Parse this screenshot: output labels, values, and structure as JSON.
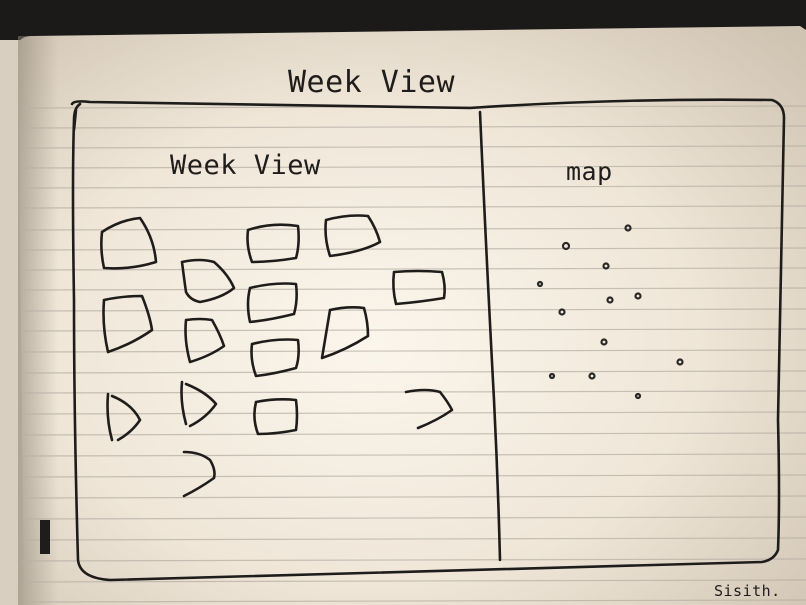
{
  "sketch": {
    "page_title": "Week View",
    "left_panel_label": "Week View",
    "right_panel_label": "map",
    "signature": "Sisith."
  },
  "colors": {
    "background": "#1c1a19",
    "paper": "#efe6d8",
    "ink": "#1f1d1b",
    "rule_line": "#b7b0a6"
  }
}
